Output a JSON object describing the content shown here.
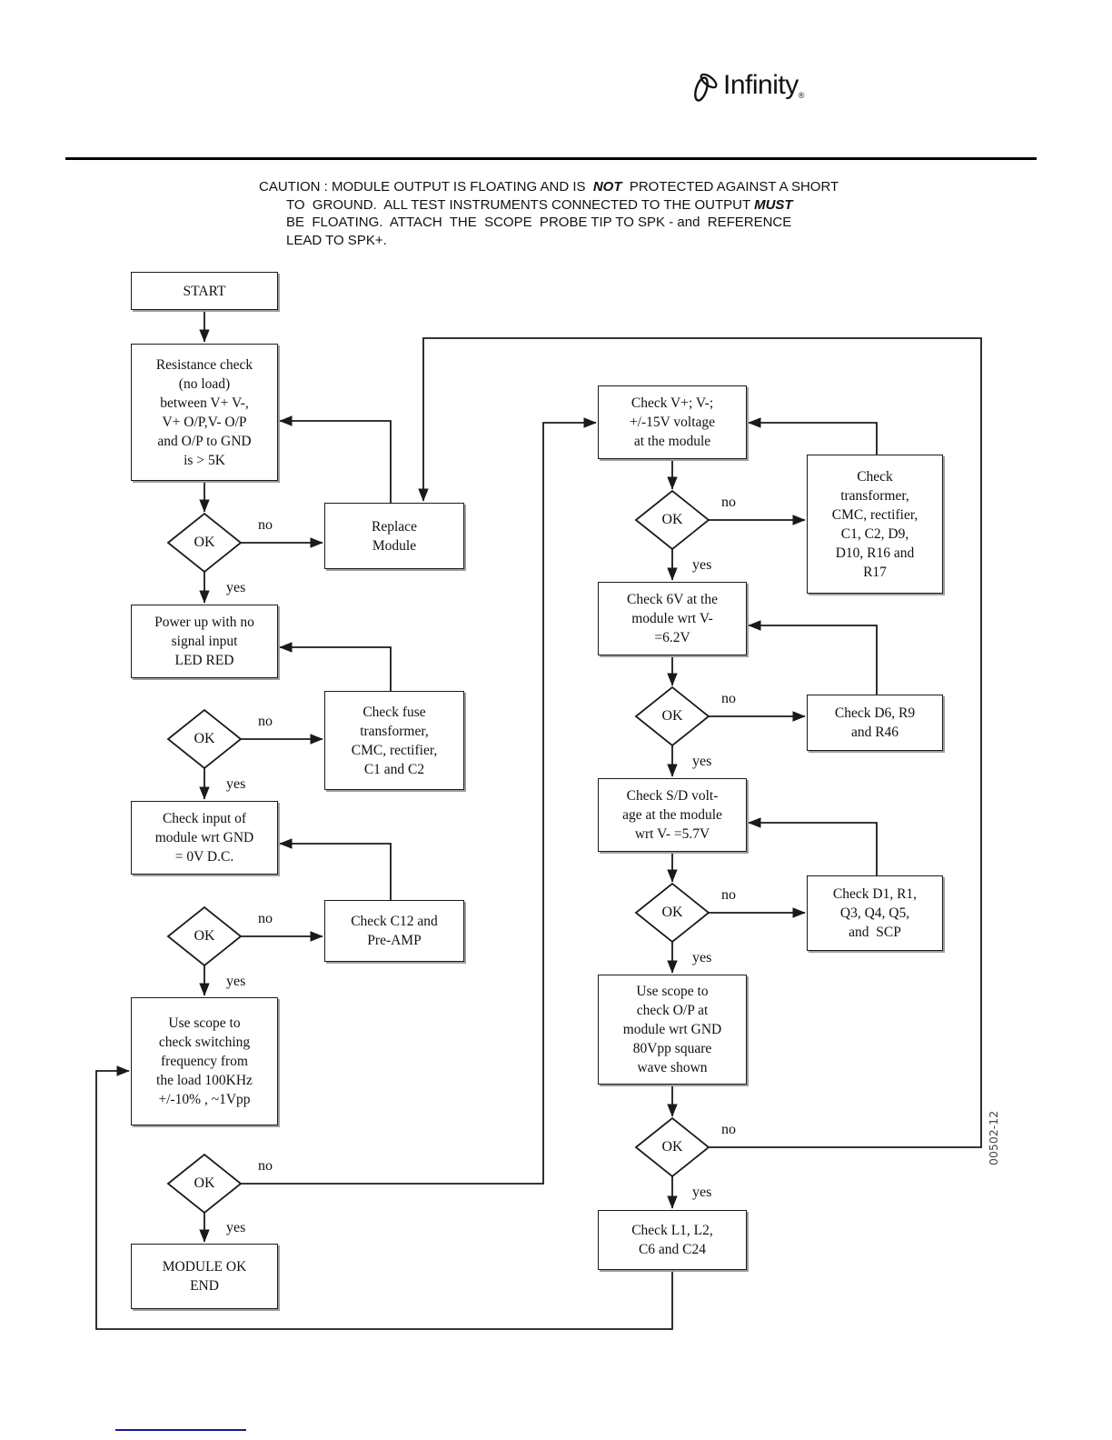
{
  "header": {
    "logo_text": "Infinity",
    "logo_registered": "®"
  },
  "caution": {
    "line1_pre": "CAUTION : MODULE OUTPUT IS FLOATING AND IS  ",
    "line1_em": "NOT",
    "line1_post": "  PROTECTED AGAINST A SHORT",
    "line2_pre": "TO  GROUND.  ALL TEST INSTRUMENTS CONNECTED TO THE OUTPUT ",
    "line2_em": "MUST",
    "line3": "BE  FLOATING.  ATTACH  THE  SCOPE  PROBE TIP TO SPK - and  REFERENCE",
    "line4": "LEAD TO SPK+.",
    "emphasis_style": "bold-italic"
  },
  "flowchart": {
    "labels": {
      "ok": "OK",
      "yes": "yes",
      "no": "no"
    },
    "nodes": {
      "start": {
        "text": "START"
      },
      "resistance_check": {
        "text": "Resistance check\n(no load)\nbetween V+ V-,\nV+ O/P,V- O/P\nand O/P to GND\nis > 5K"
      },
      "power_up": {
        "text": "Power up with no\nsignal input\nLED RED"
      },
      "check_input": {
        "text": "Check input of\nmodule wrt GND\n= 0V D.C."
      },
      "use_scope_switching": {
        "text": "Use scope to\ncheck switching\nfrequency from\nthe load 100KHz\n+/-10% , ~1Vpp"
      },
      "module_ok": {
        "text": "MODULE OK\nEND"
      },
      "replace_module": {
        "text": "Replace\nModule"
      },
      "check_fuse": {
        "text": "Check fuse\ntransformer,\nCMC, rectifier,\nC1 and C2"
      },
      "check_c12": {
        "text": "Check C12 and\nPre-AMP"
      },
      "check_v_plus": {
        "text": "Check V+; V-;\n+/-15V voltage\nat the module"
      },
      "check_6v": {
        "text": "Check 6V at the\nmodule wrt V-\n=6.2V"
      },
      "check_sd": {
        "text": "Check S/D volt-\nage at the module\nwrt V- =5.7V"
      },
      "use_scope_output": {
        "text": "Use scope to\ncheck O/P at\nmodule wrt GND\n80Vpp square\nwave shown"
      },
      "check_l1": {
        "text": "Check L1, L2,\nC6 and C24"
      },
      "check_transformer": {
        "text": "Check\ntransformer,\nCMC, rectifier,\nC1, C2, D9,\nD10, R16 and\nR17"
      },
      "check_d6": {
        "text": "Check D6, R9\nand R46"
      },
      "check_d1": {
        "text": "Check D1, R1,\nQ3, Q4, Q5,\nand  SCP"
      }
    }
  },
  "footer": {
    "doc_number": "00502-12",
    "link_color": "#1b1b94"
  }
}
